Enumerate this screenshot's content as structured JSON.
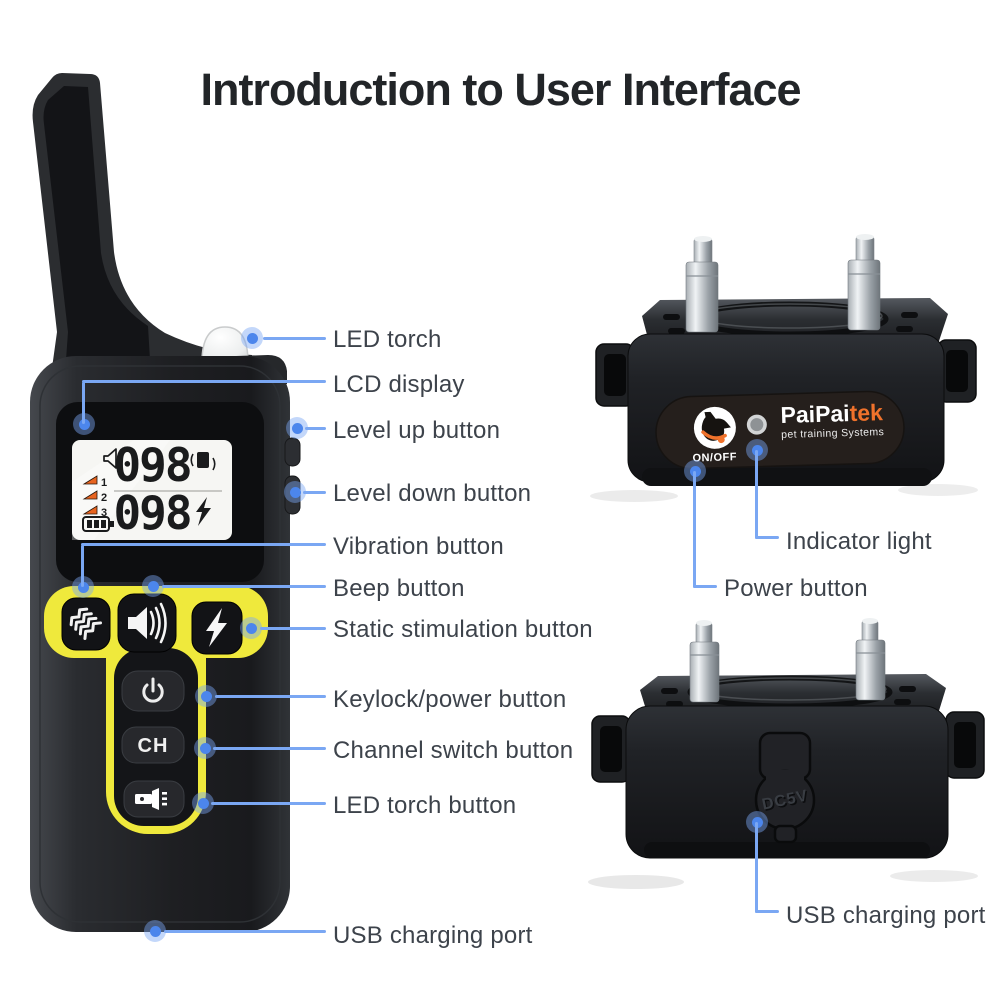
{
  "title": "Introduction to User Interface",
  "device": {
    "remote": {
      "lcd": {
        "top_value": "098",
        "bottom_value": "098",
        "channels": [
          "1",
          "2",
          "3"
        ]
      },
      "channel_button_label": "CH"
    },
    "receiver": {
      "brand_part1": "PaiPai",
      "brand_part2": "tek",
      "tagline": "pet training Systems",
      "power_label": "ON/OFF",
      "charge_port_label": "DC5V"
    }
  },
  "callouts": {
    "left": [
      {
        "label": "LED torch"
      },
      {
        "label": "LCD display"
      },
      {
        "label": "Level up button"
      },
      {
        "label": "Level down button"
      },
      {
        "label": "Vibration button"
      },
      {
        "label": "Beep button"
      },
      {
        "label": "Static stimulation button"
      },
      {
        "label": "Keylock/power button"
      },
      {
        "label": "Channel switch button"
      },
      {
        "label": "LED torch button"
      },
      {
        "label": "USB charging port"
      }
    ],
    "right": [
      {
        "label": "Indicator light"
      },
      {
        "label": "Power button"
      },
      {
        "label": "USB charging port"
      }
    ]
  },
  "colors": {
    "accent_line": "#7aa7f3",
    "accent_dot": "#4c86ec",
    "label_text": "#3d434b",
    "keypad_yellow": "#efe93c",
    "brand_orange": "#f0722b"
  }
}
